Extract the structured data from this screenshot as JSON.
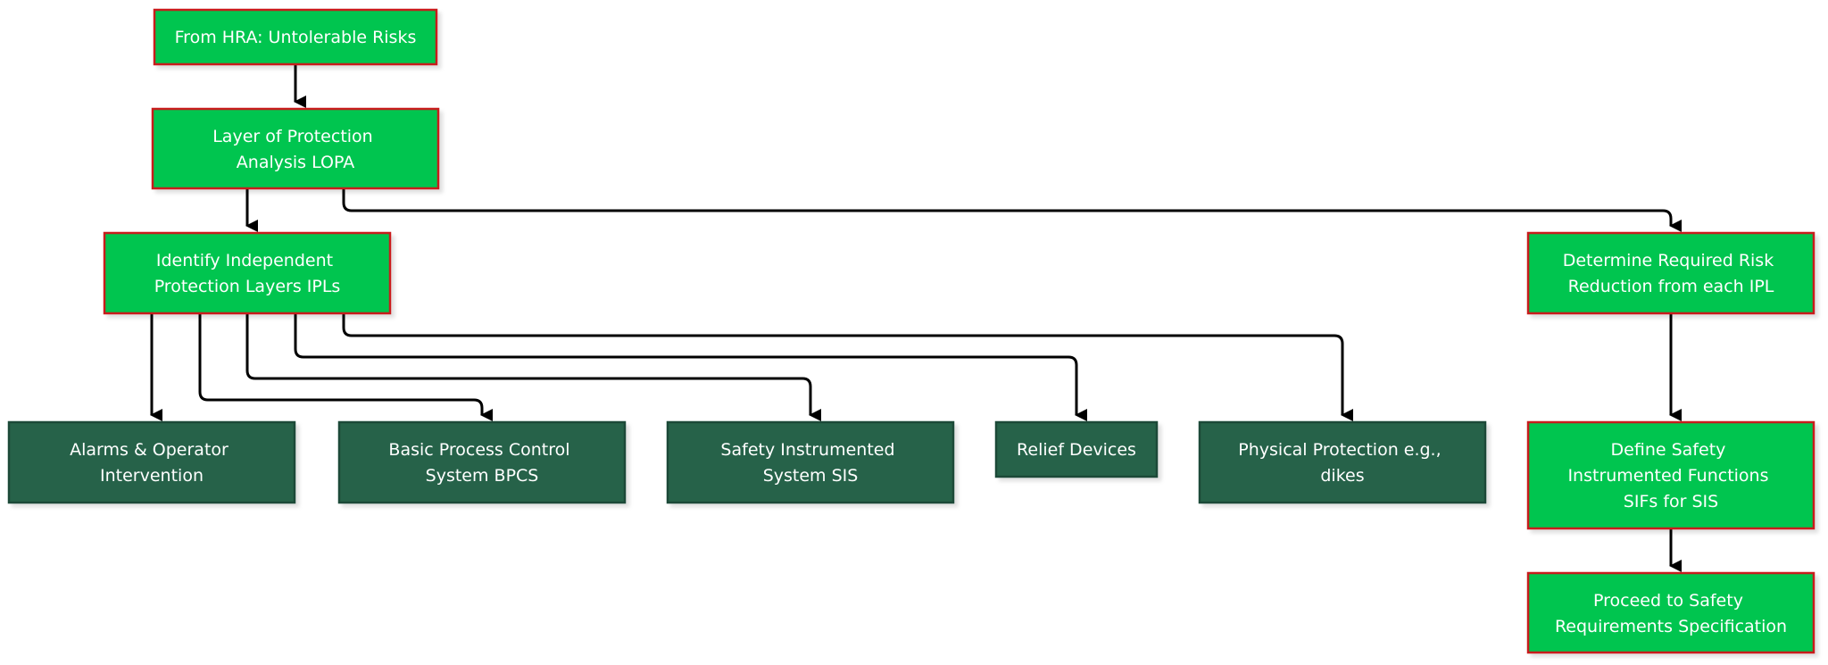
{
  "colors": {
    "process_fill": "#00c54f",
    "process_border": "#c81e1e",
    "ipl_fill": "#28624a",
    "ipl_border": "#1c4a37",
    "edge": "#000000",
    "text": "#ffffff"
  },
  "nodes": {
    "from_hra": {
      "lines": [
        "From HRA: Untolerable Risks"
      ]
    },
    "lopa": {
      "lines": [
        "Layer of Protection",
        "Analysis LOPA"
      ]
    },
    "identify_ipls": {
      "lines": [
        "Identify Independent",
        "Protection Layers IPLs"
      ]
    },
    "determine_rrr": {
      "lines": [
        "Determine Required Risk",
        "Reduction from each IPL"
      ]
    },
    "alarms": {
      "lines": [
        "Alarms & Operator",
        "Intervention"
      ]
    },
    "bpcs": {
      "lines": [
        "Basic Process Control",
        "System BPCS"
      ]
    },
    "sis": {
      "lines": [
        "Safety Instrumented",
        "System SIS"
      ]
    },
    "relief": {
      "lines": [
        "Relief Devices"
      ]
    },
    "physical": {
      "lines": [
        "Physical Protection e.g.,",
        "dikes"
      ]
    },
    "define_sifs": {
      "lines": [
        "Define Safety",
        "Instrumented Functions",
        "SIFs for SIS"
      ]
    },
    "srs": {
      "lines": [
        "Proceed to Safety",
        "Requirements Specification"
      ]
    }
  },
  "edges": [
    {
      "from": "from_hra",
      "to": "lopa"
    },
    {
      "from": "lopa",
      "to": "identify_ipls"
    },
    {
      "from": "lopa",
      "to": "determine_rrr"
    },
    {
      "from": "identify_ipls",
      "to": "alarms"
    },
    {
      "from": "identify_ipls",
      "to": "bpcs"
    },
    {
      "from": "identify_ipls",
      "to": "sis"
    },
    {
      "from": "identify_ipls",
      "to": "relief"
    },
    {
      "from": "identify_ipls",
      "to": "physical"
    },
    {
      "from": "determine_rrr",
      "to": "define_sifs"
    },
    {
      "from": "define_sifs",
      "to": "srs"
    }
  ]
}
